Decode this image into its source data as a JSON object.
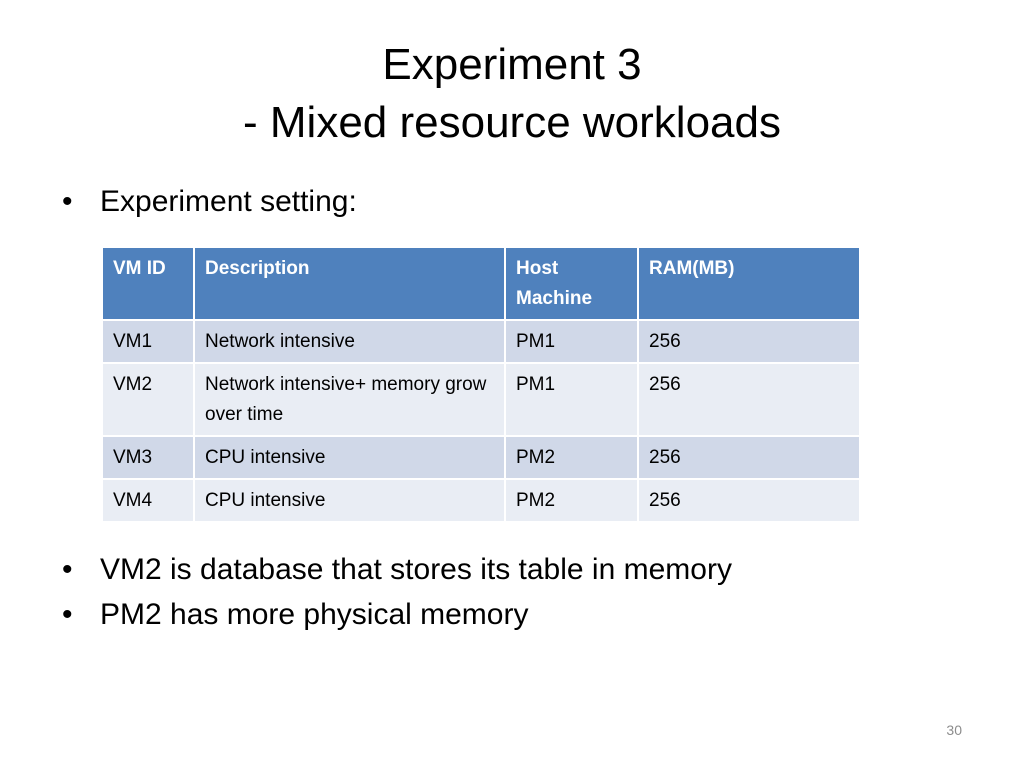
{
  "slide": {
    "title_line1": "Experiment 3",
    "title_line2": "- Mixed resource workloads",
    "bullet_symbol": "•",
    "bullets": [
      "Experiment setting:",
      "VM2 is database that stores its table in memory",
      "PM2 has more physical memory"
    ],
    "page_number": "30"
  },
  "table": {
    "headers": [
      "VM ID",
      "Description",
      "Host Machine",
      "RAM(MB)"
    ],
    "rows": [
      [
        "VM1",
        "Network intensive",
        "PM1",
        "256"
      ],
      [
        "VM2",
        "Network intensive+ memory grow over time",
        "PM1",
        "256"
      ],
      [
        "VM3",
        "CPU intensive",
        "PM2",
        "256"
      ],
      [
        "VM4",
        "CPU intensive",
        "PM2",
        "256"
      ]
    ],
    "colors": {
      "header_bg": "#4f81bd",
      "row_odd_bg": "#d0d8e8",
      "row_even_bg": "#e9edf4"
    }
  }
}
